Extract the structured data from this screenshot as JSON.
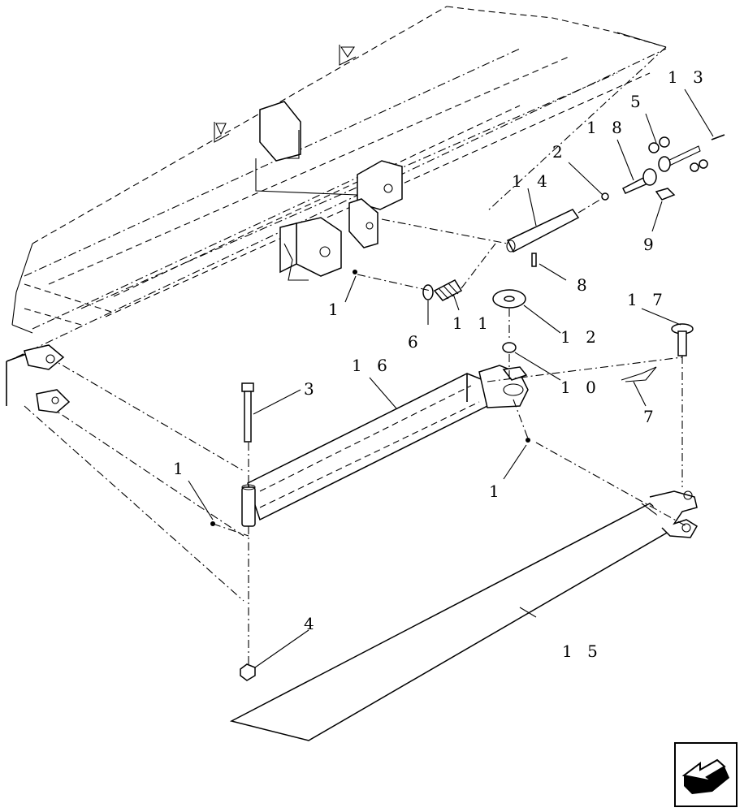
{
  "diagram": {
    "type": "exploded-parts-view",
    "callouts": [
      {
        "id": "c1a",
        "label": "1"
      },
      {
        "id": "c1b",
        "label": "1"
      },
      {
        "id": "c1c",
        "label": "1"
      },
      {
        "id": "c2",
        "label": "2"
      },
      {
        "id": "c3",
        "label": "3"
      },
      {
        "id": "c4",
        "label": "4"
      },
      {
        "id": "c5",
        "label": "5"
      },
      {
        "id": "c6",
        "label": "6"
      },
      {
        "id": "c7",
        "label": "7"
      },
      {
        "id": "c8",
        "label": "8"
      },
      {
        "id": "c9",
        "label": "9"
      },
      {
        "id": "c10",
        "label": "1 0"
      },
      {
        "id": "c11",
        "label": "1 1"
      },
      {
        "id": "c12",
        "label": "1 2"
      },
      {
        "id": "c13",
        "label": "1 3"
      },
      {
        "id": "c14",
        "label": "1 4"
      },
      {
        "id": "c15",
        "label": "1 5"
      },
      {
        "id": "c16",
        "label": "1 6"
      },
      {
        "id": "c17",
        "label": "1 7"
      },
      {
        "id": "c18",
        "label": "1 8"
      }
    ],
    "nav_icon": "back-arrow-icon"
  }
}
